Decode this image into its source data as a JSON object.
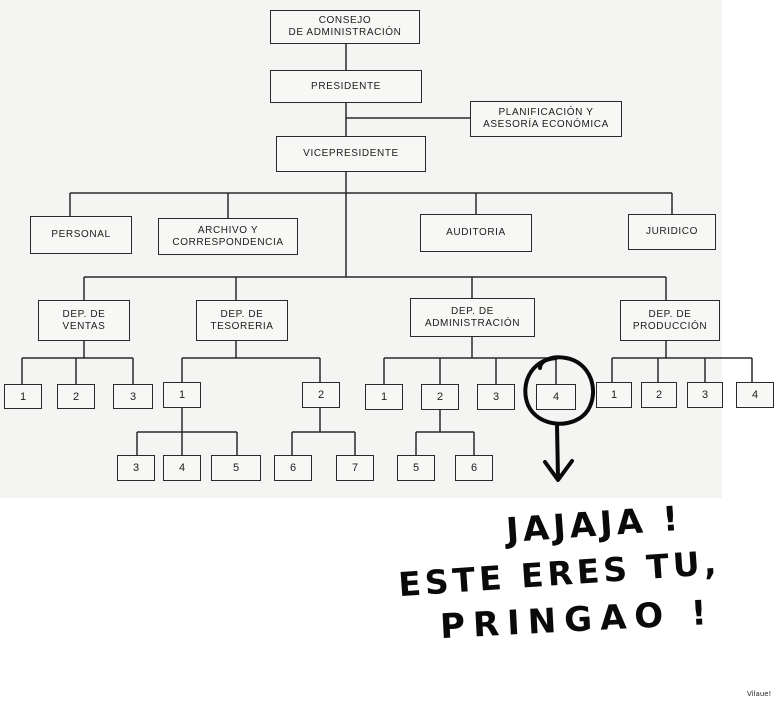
{
  "org_chart": {
    "council": "CONSEJO\nDE ADMINISTRACIÓN",
    "president": "PRESIDENTE",
    "planning": "PLANIFICACIÓN Y\nASESORÍA ECONÓMICA",
    "vicepresident": "VICEPRESIDENTE",
    "staff": [
      "PERSONAL",
      "ARCHIVO Y\nCORRESPONDENCIA",
      "AUDITORIA",
      "JURIDICO"
    ],
    "departments": [
      "DEP. DE\nVENTAS",
      "DEP. DE\nTESORERIA",
      "DEP. DE\nADMINISTRACIÓN",
      "DEP. DE\nPRODUCCIÓN"
    ],
    "sales_units": [
      "1",
      "2",
      "3"
    ],
    "treasury_units": [
      "1",
      "2"
    ],
    "treasury_unit1_subunits": [
      "3",
      "4",
      "5"
    ],
    "treasury_unit2_subunits": [
      "6",
      "7"
    ],
    "admin_units": [
      "1",
      "2",
      "3",
      "4"
    ],
    "admin_unit2_subunits": [
      "5",
      "6"
    ],
    "production_units": [
      "1",
      "2",
      "3",
      "4"
    ]
  },
  "annotation": {
    "line1": "JAJAJA !",
    "line2": "ESTE ERES TU,",
    "line3": "PRINGAO !",
    "signature": "Vilaue!"
  }
}
